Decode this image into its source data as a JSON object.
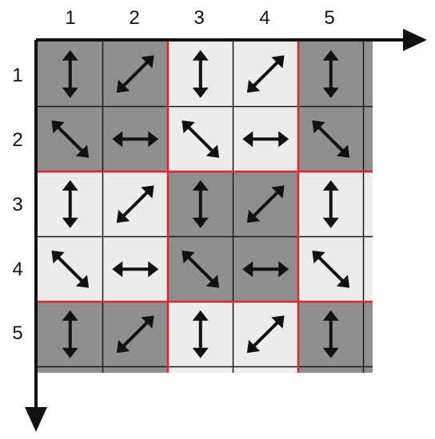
{
  "column_labels": [
    "1",
    "2",
    "3",
    "4",
    "5"
  ],
  "row_labels": [
    "1",
    "2",
    "3",
    "4",
    "5"
  ],
  "colors": {
    "dark_cell": "#8f8f91",
    "light_cell": "#ececec",
    "grid_line": "#1a1a1a",
    "block_border": "#e0262b",
    "arrow": "#111111",
    "axis": "#111111"
  },
  "cells": [
    [
      {
        "shade": "dark",
        "arrow": "vertical"
      },
      {
        "shade": "dark",
        "arrow": "diagonal-up"
      },
      {
        "shade": "light",
        "arrow": "vertical"
      },
      {
        "shade": "light",
        "arrow": "diagonal-up"
      },
      {
        "shade": "dark",
        "arrow": "vertical"
      }
    ],
    [
      {
        "shade": "dark",
        "arrow": "diagonal-down"
      },
      {
        "shade": "dark",
        "arrow": "horizontal"
      },
      {
        "shade": "light",
        "arrow": "diagonal-down"
      },
      {
        "shade": "light",
        "arrow": "horizontal"
      },
      {
        "shade": "dark",
        "arrow": "diagonal-down"
      }
    ],
    [
      {
        "shade": "light",
        "arrow": "vertical"
      },
      {
        "shade": "light",
        "arrow": "diagonal-up"
      },
      {
        "shade": "dark",
        "arrow": "vertical"
      },
      {
        "shade": "dark",
        "arrow": "diagonal-up"
      },
      {
        "shade": "light",
        "arrow": "vertical"
      }
    ],
    [
      {
        "shade": "light",
        "arrow": "diagonal-down"
      },
      {
        "shade": "light",
        "arrow": "horizontal"
      },
      {
        "shade": "dark",
        "arrow": "diagonal-down"
      },
      {
        "shade": "dark",
        "arrow": "horizontal"
      },
      {
        "shade": "light",
        "arrow": "diagonal-down"
      }
    ],
    [
      {
        "shade": "dark",
        "arrow": "vertical"
      },
      {
        "shade": "dark",
        "arrow": "diagonal-up"
      },
      {
        "shade": "light",
        "arrow": "vertical"
      },
      {
        "shade": "light",
        "arrow": "diagonal-up"
      },
      {
        "shade": "dark",
        "arrow": "vertical"
      }
    ]
  ]
}
